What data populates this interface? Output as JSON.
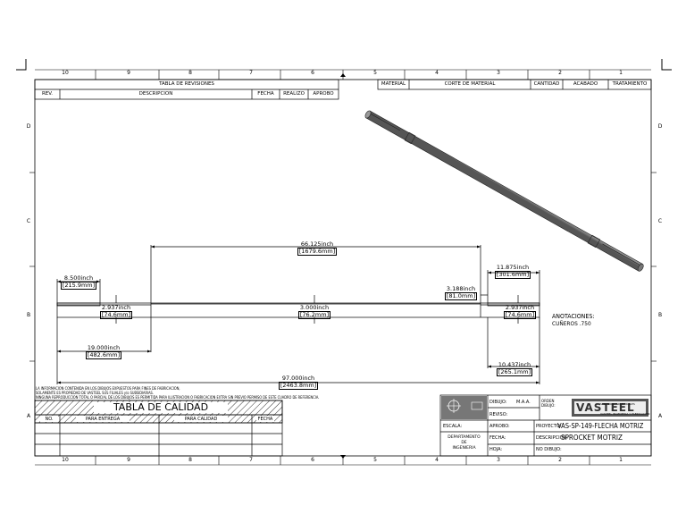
{
  "zones_top": [
    "10",
    "9",
    "8",
    "7",
    "6",
    "5",
    "4",
    "3",
    "2",
    "1"
  ],
  "zones_bottom": [
    "10",
    "9",
    "8",
    "7",
    "6",
    "5",
    "4",
    "3",
    "2",
    "1"
  ],
  "zones_left": [
    "D",
    "C",
    "B",
    "A"
  ],
  "zones_right": [
    "D",
    "C",
    "B",
    "A"
  ],
  "revisions": {
    "title": "TABLA DE REVISIONES",
    "headers": [
      "REV.",
      "DESCRIPCION",
      "FECHA",
      "REALIZO",
      "APROBO"
    ]
  },
  "material_table": {
    "headers": [
      "MATERIAL",
      "CORTE DE MATERIAL",
      "CANTIDAD",
      "ACABADO",
      "TRATAMIENTO"
    ]
  },
  "dimensions": {
    "top_span": {
      "value": "66.125inch",
      "metric": "[1679.6mm]"
    },
    "left_step": {
      "value": "8.500inch",
      "metric": "[215.9mm]"
    },
    "left_dia": {
      "value": "2.937inch",
      "metric": "[74.6mm]"
    },
    "center_dia": {
      "value": "3.000inch",
      "metric": "[76.2mm]"
    },
    "small_step": {
      "value": "3.188inch",
      "metric": "[81.0mm]"
    },
    "right_step": {
      "value": "11.875inch",
      "metric": "[301.6mm]"
    },
    "right_dia": {
      "value": "2.937inch",
      "metric": "[74.6mm]"
    },
    "left_length": {
      "value": "19.000inch",
      "metric": "[482.6mm]"
    },
    "right_length": {
      "value": "10.437inch",
      "metric": "[265.1mm]"
    },
    "overall": {
      "value": "97.000inch",
      "metric": "[2463.8mm]"
    }
  },
  "annotations": {
    "title": "ANOTACIONES:",
    "line1": "CUÑEROS .750"
  },
  "disclaimer": {
    "line1": "LA INFORMACION CONTENIDA EN LOS DIBUJOS EXPUESTOS PARA FINES DE FABRICACION,",
    "line2": "SOLAMENTE ES PROPIEDAD DE VASTEEL SUS FILIALES y/o SUBSIDIARIAS.",
    "line3": "NINGUNA REPRODUCCION TOTAL O PARCIAL DE LOS DIBUJOS ES PERMITIDA PARA ILUSTRACION O FABRICACION EXTRA SIN PREVIO PERMISO DE ESTE CUADRO DE REFERENCIA."
  },
  "quality_table": {
    "title": "TABLA DE CALIDAD",
    "headers": [
      "NO.",
      "PARA ENTREGA",
      "PARA CALIDAD",
      "FECHA"
    ]
  },
  "title_block": {
    "dibujo_label": "DIBUJO:",
    "dibujo_value": "M.A.A.",
    "orden_label": "ORDEN DIBUJO:",
    "reviso_label": "REVISO:",
    "escala_label": "ESCALA:",
    "aprobo_label": "APROBO:",
    "proyecto_label": "PROYECTO:",
    "proyecto_value": "VAS-SP-149-FLECHA MOTRIZ",
    "fecha_label": "FECHA:",
    "descripcion_label": "DESCRIPCION:",
    "descripcion_value": "SPROCKET MOTRIZ",
    "departamento": [
      "DEPARTAMENTO",
      "DE",
      "INGENIERIA"
    ],
    "hoja_label": "HOJA:",
    "no_dibujo_label": "NO DIBUJO:",
    "logo_text": "VASTEEL",
    "logo_sub": "SERVICIOS INDUSTRIALES",
    "logo_sub2": "VASTEEL INGENIERIA Y FABRICACION"
  },
  "colors": {
    "line": "#000000",
    "shaft_fill": "#8a8a8a",
    "shaft_dark": "#444444",
    "shaft_light": "#d0d0d0"
  }
}
